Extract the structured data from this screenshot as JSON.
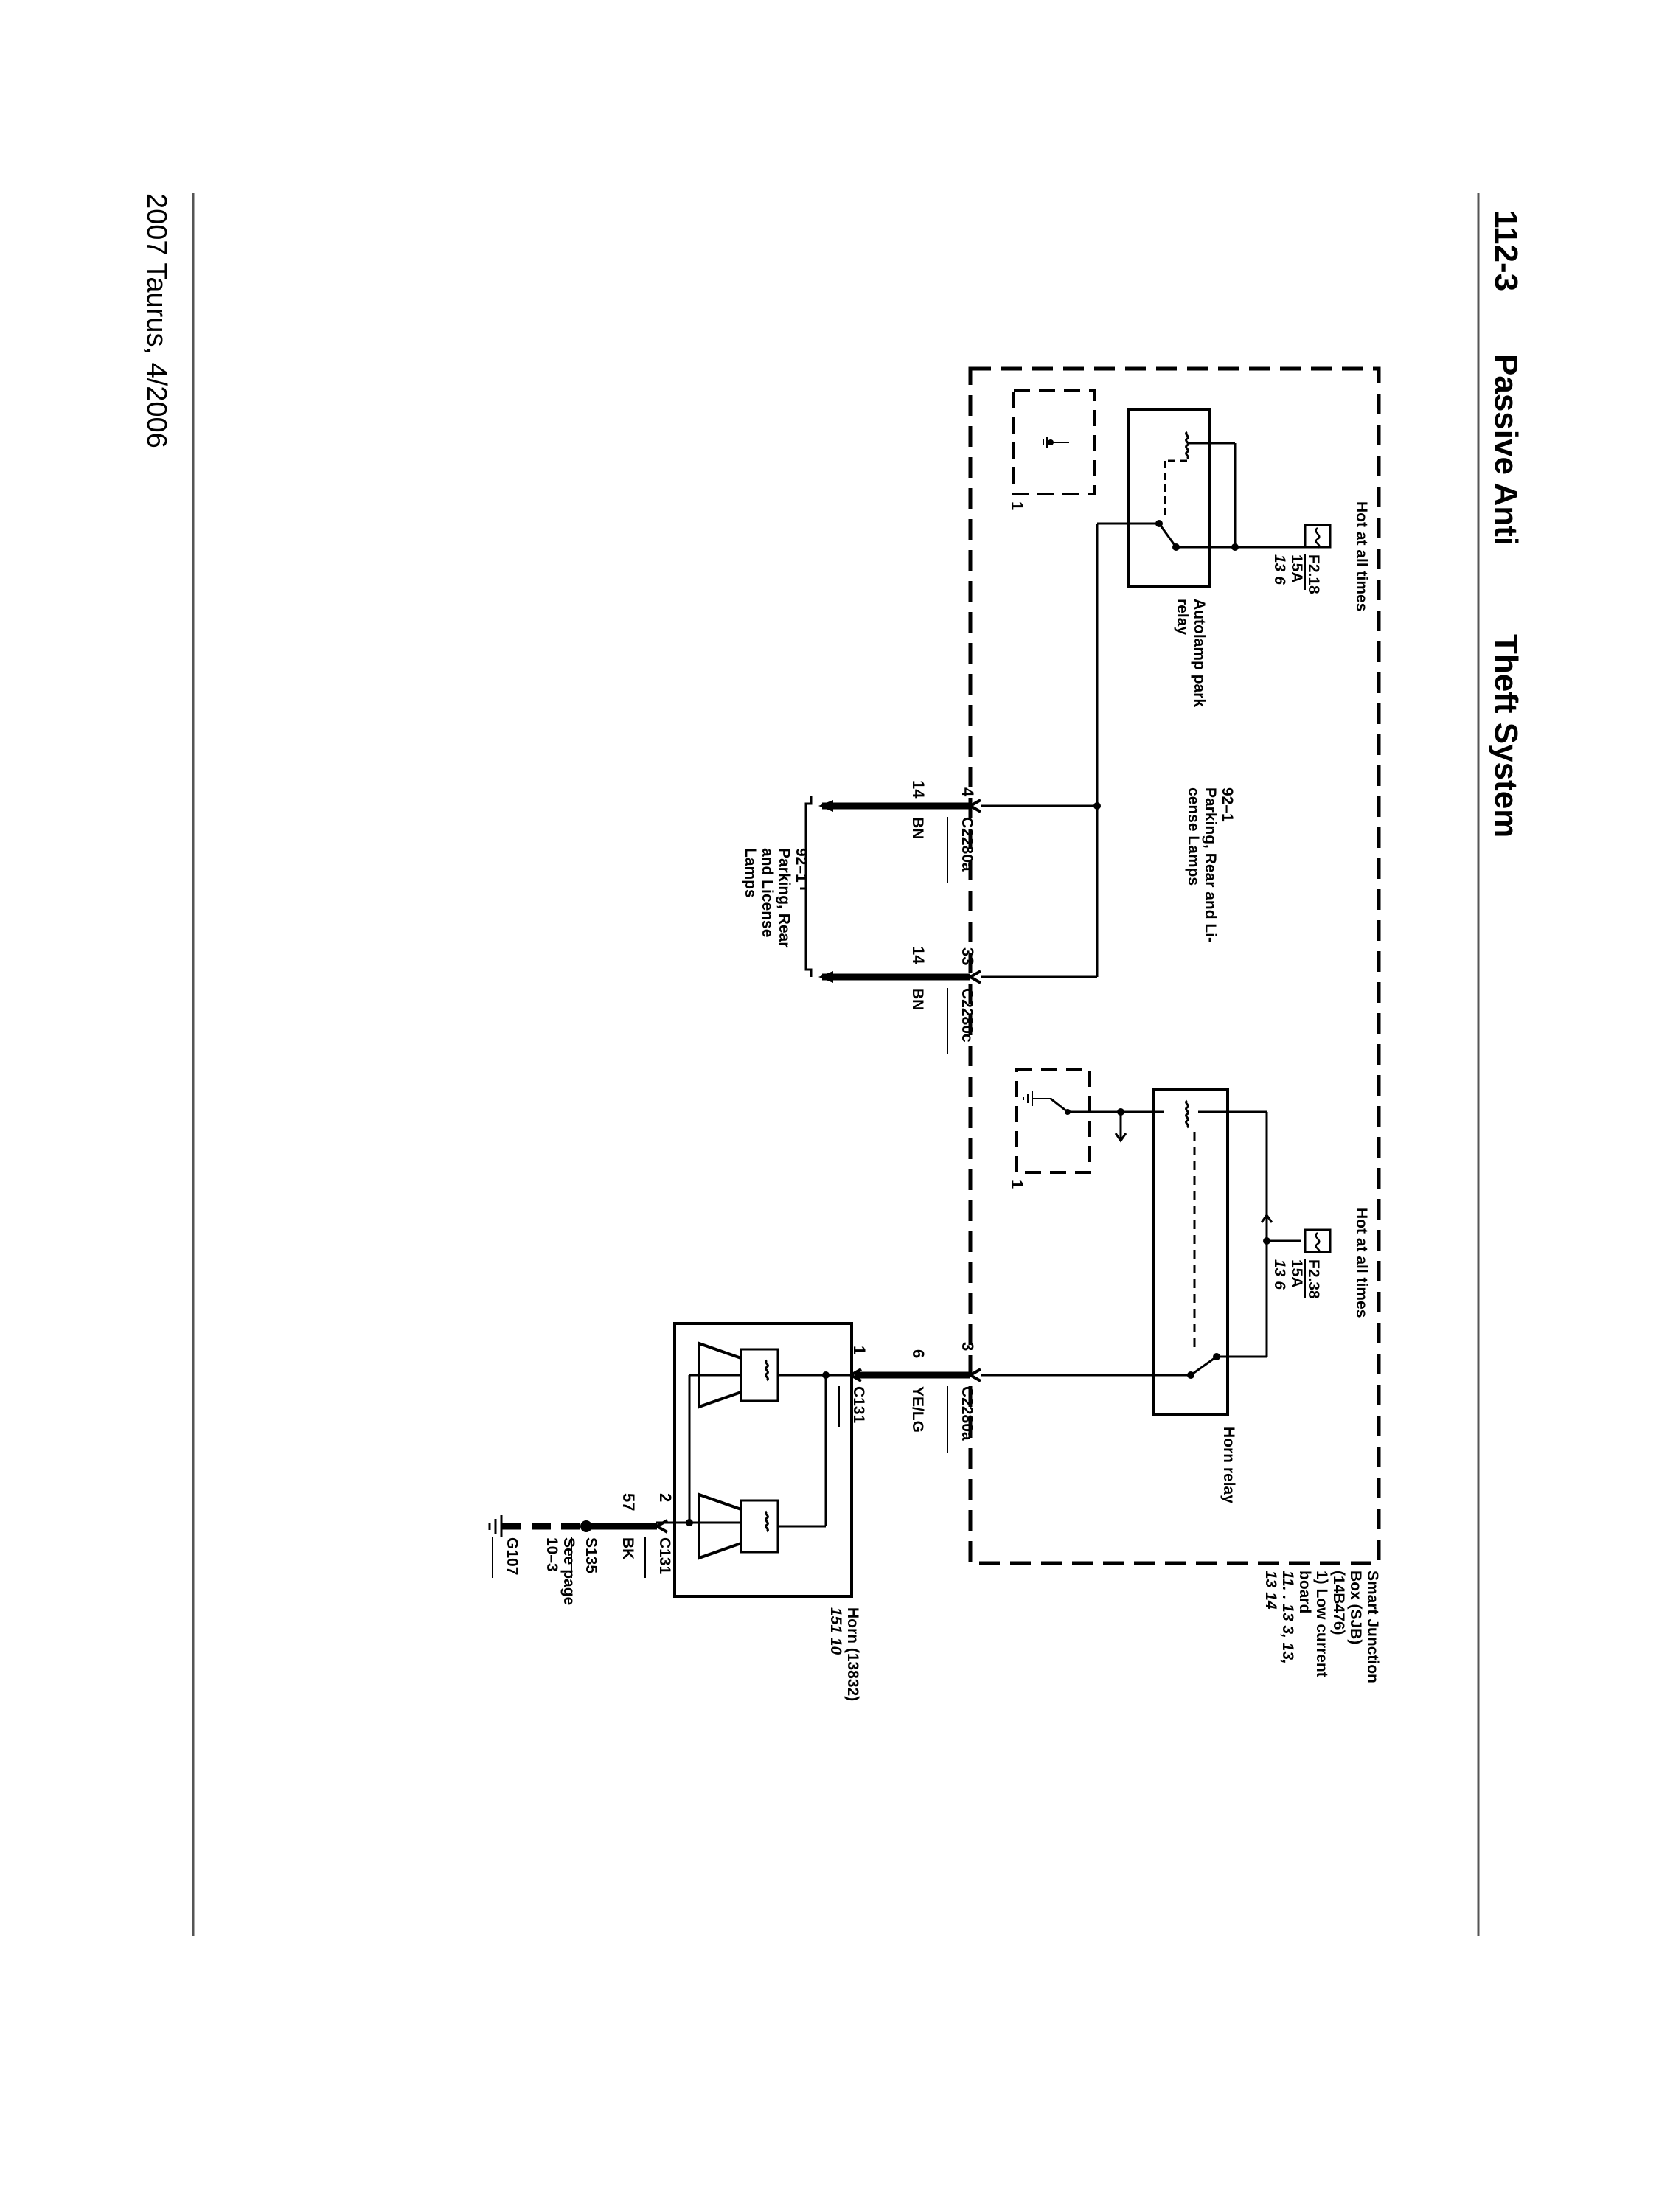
{
  "header": {
    "page_number": "112-3",
    "title_part1": "Passive Anti",
    "title_part2": "Theft System"
  },
  "footer": {
    "model_date": "2007 Taurus, 4/2006"
  },
  "sjb": {
    "line1": "Smart Junction",
    "line2": "Box (SJB)",
    "line3": "(14B476)",
    "line4": "1)   Low current",
    "line5": "      board",
    "line6": "11.   .  13 3,  13,",
    "line7": "13           14"
  },
  "left_circuit": {
    "hot_label": "Hot at all times",
    "fuse_name": "F2.18",
    "fuse_rating": "15A",
    "fuse_ref": "13      6",
    "relay_line1": "Autolamp park",
    "relay_line2": "relay",
    "module_ref": "1",
    "ref_code": "92–1",
    "ref_line1": "Parking, Rear and Li-",
    "ref_line2": "cense Lamps",
    "pin_a": "4",
    "gauge_a": "14",
    "color_a": "BN",
    "connector_a": "C2280a",
    "pin_c": "33",
    "gauge_c": "14",
    "color_c": "BN",
    "connector_c": "C2280c",
    "lamps_code": "92–1",
    "lamps_line1": "Parking, Rear",
    "lamps_line2": "and License",
    "lamps_line3": "Lamps"
  },
  "right_circuit": {
    "hot_label": "Hot at all times",
    "fuse_name": "F2.38",
    "fuse_rating": "15A",
    "fuse_ref": "13      6",
    "relay_label": "Horn relay",
    "module_ref": "1",
    "pin_3": "3",
    "connector_a": "C2280a",
    "gauge": "6",
    "wire_color": "YE/LG",
    "pin_1": "1",
    "connector_c131": "C131",
    "pin_2": "2",
    "c131_b": "C131",
    "gauge_57": "57",
    "color_bk": "BK",
    "splice": "S135",
    "see_page": "See page",
    "see_page_ref": "10–3",
    "ground": "G107",
    "horn_line1": "Horn (13832)",
    "horn_line2": "151      10"
  }
}
